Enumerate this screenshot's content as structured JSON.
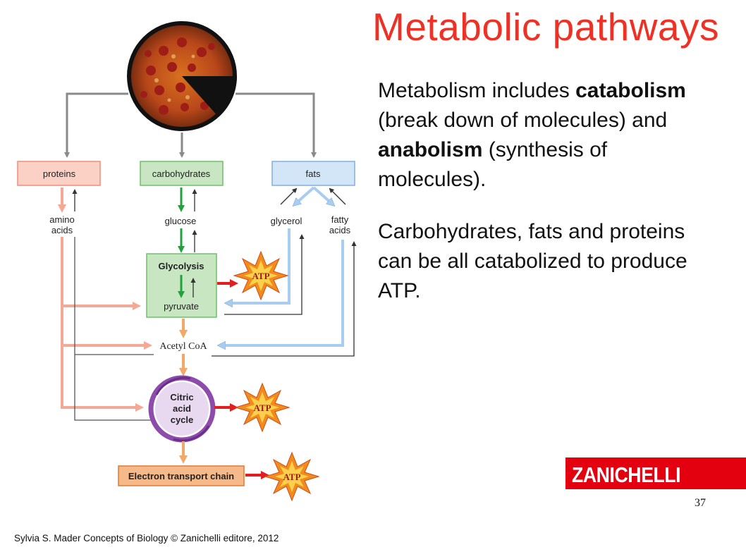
{
  "slide": {
    "title": "Metabolic pathways",
    "paragraph1": {
      "t1": "Metabolism includes ",
      "b1": "catabolism",
      "t2": " (break down of molecules) and ",
      "b2": "anabolism",
      "t3": " (synthesis of molecules)."
    },
    "paragraph2": "Carbohydrates, fats and proteins can be all catabolized to produce ATP.",
    "credit": "Sylvia S. Mader Concepts of Biology © Zanichelli editore, 2012",
    "page_number": "37",
    "publisher": "ZANICHELLI"
  },
  "diagram": {
    "boxes": {
      "proteins": "proteins",
      "carbohydrates": "carbohydrates",
      "fats": "fats",
      "glycolysis": "Glycolysis",
      "electron_transport": "Electron transport chain"
    },
    "labels": {
      "amino_1": "amino",
      "amino_2": "acids",
      "glucose": "glucose",
      "glycerol": "glycerol",
      "fatty_1": "fatty",
      "fatty_2": "acids",
      "pyruvate": "pyruvate",
      "acetyl_coa": "Acetyl CoA",
      "citric_1": "Citric",
      "citric_2": "acid",
      "citric_3": "cycle"
    },
    "atp_label": "ATP",
    "colors": {
      "title": "#ee3124",
      "proteins": "#f4a896",
      "carbohydrates": "#9dd09a",
      "fats": "#a9cdf0",
      "flow": "#f2a86a",
      "atp_arrow": "#e0201f",
      "citric_ring": "#8d4bab",
      "logo": "#e3000f"
    }
  }
}
